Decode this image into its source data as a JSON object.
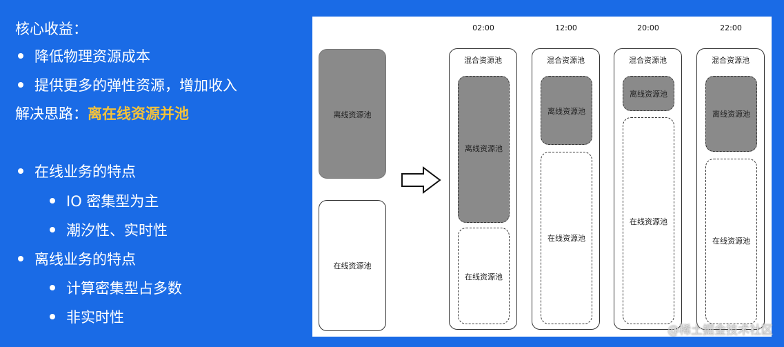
{
  "left": {
    "heading": "核心收益：",
    "benefits": [
      "降低物理资源成本",
      "提供更多的弹性资源，增加收入"
    ],
    "solution_label": "解决思路：",
    "solution_value": "离在线资源并池",
    "online_title": "在线业务的特点",
    "online_points": [
      "IO 密集型为主",
      "潮汐性、实时性"
    ],
    "offline_title": "离线业务的特点",
    "offline_points": [
      "计算密集型占多数",
      "非实时性"
    ]
  },
  "diagram": {
    "before": {
      "offline": "离线资源池",
      "online": "在线资源池"
    },
    "columns": [
      {
        "time": "02:00",
        "title": "混合资源池",
        "offline": "离线资源池",
        "online": "在线资源池"
      },
      {
        "time": "12:00",
        "title": "混合资源池",
        "offline": "离线资源池",
        "online": "在线资源池"
      },
      {
        "time": "20:00",
        "title": "混合资源池",
        "offline": "离线资源池",
        "online": "在线资源池"
      },
      {
        "time": "22:00",
        "title": "混合资源池",
        "offline": "离线资源池",
        "online": "在线资源池"
      }
    ]
  },
  "watermark": "@稀土掘金技术社区"
}
